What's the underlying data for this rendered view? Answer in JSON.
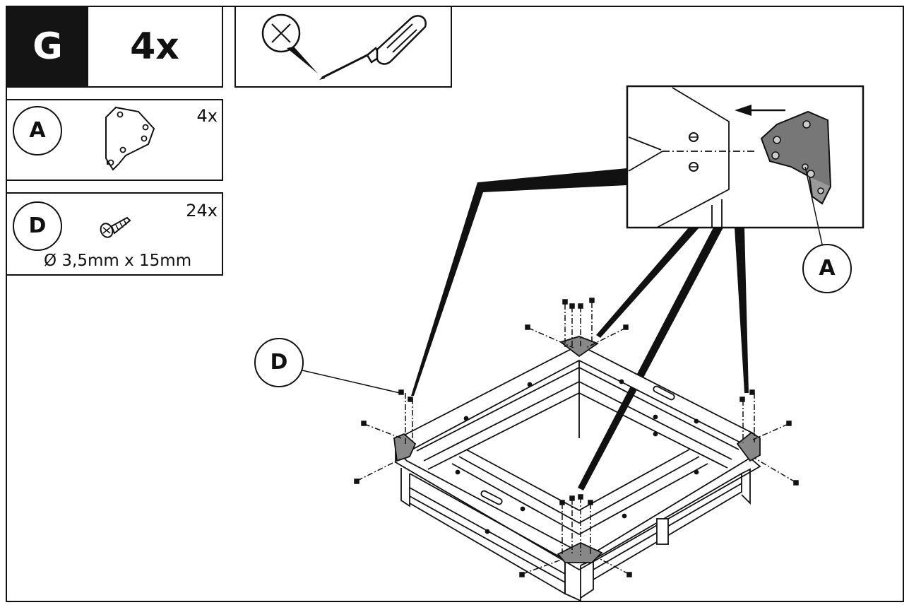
{
  "step": {
    "letter": "G",
    "count": "4x"
  },
  "tool": {
    "icon": "screwdriver-icon",
    "prohibition_icon": "no-power-tool-icon"
  },
  "parts": [
    {
      "label": "A",
      "quantity": "4x",
      "icon": "corner-bracket-icon"
    },
    {
      "label": "D",
      "quantity": "24x",
      "icon": "screw-icon",
      "dimensions": "Ø 3,5mm x 15mm"
    }
  ],
  "callouts": {
    "bracket_label": "A",
    "screw_label": "D"
  },
  "detail": {
    "arrow_icon": "arrow-left-icon"
  }
}
